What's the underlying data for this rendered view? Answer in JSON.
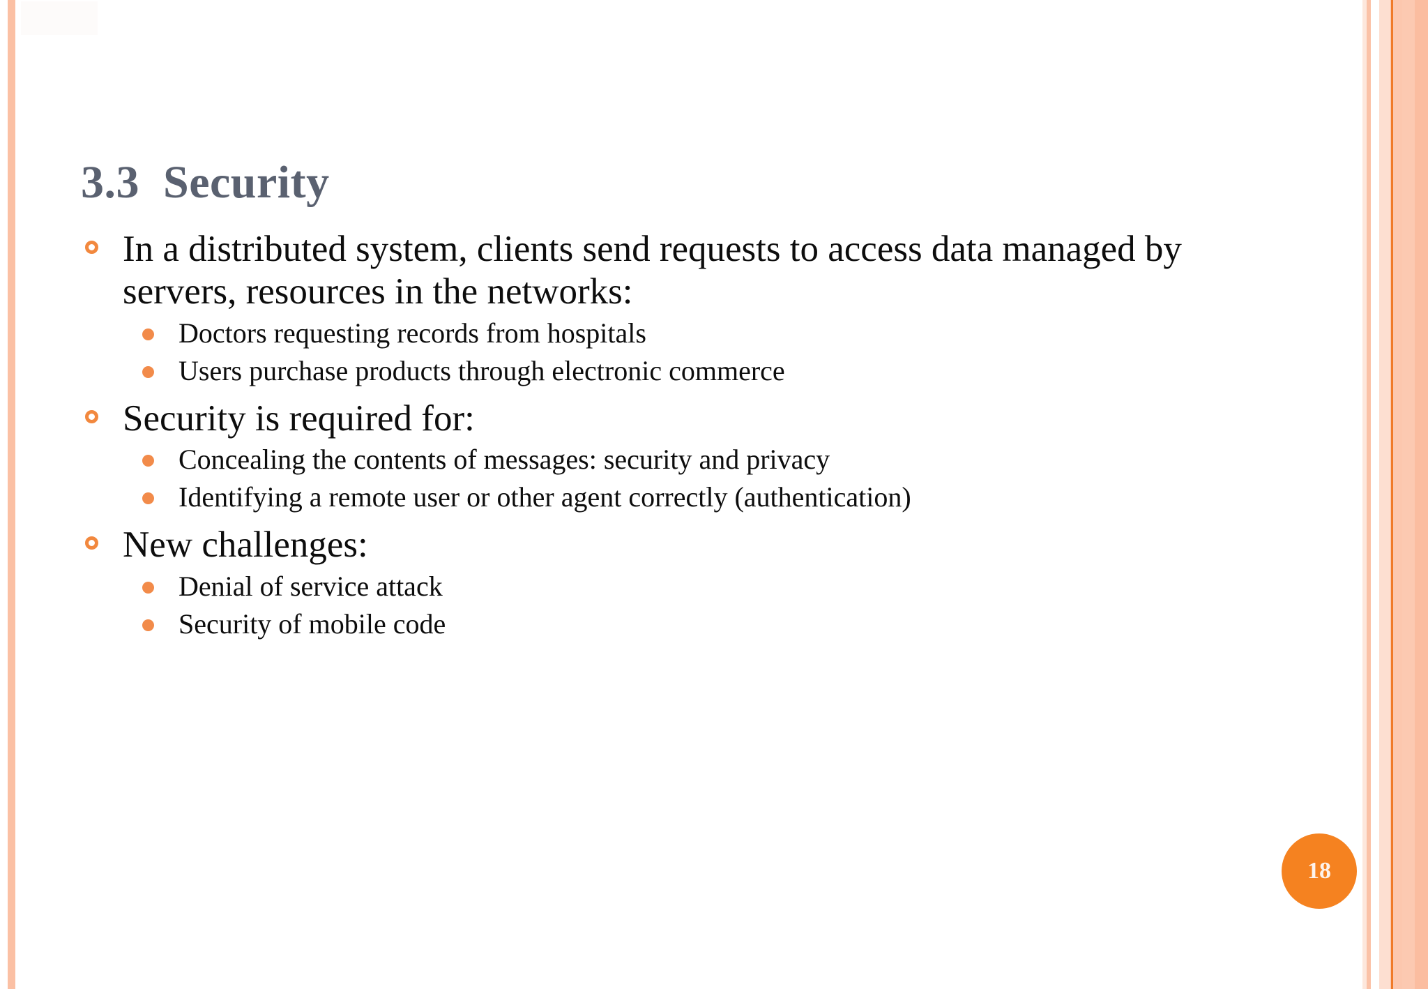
{
  "slide": {
    "title": "3.3  Security",
    "page_number": "18",
    "colors": {
      "title_text": "#5a6170",
      "body_text": "#0d0d0d",
      "accent_orange": "#f58220",
      "bullet_ring": "#f2883e",
      "bullet_dot": "#f28b4a",
      "border_peach": "#fbc0a4",
      "badge_text": "#fdf3ec"
    },
    "bullets": [
      {
        "level": 1,
        "marker": "hollow-circle",
        "text": "In a distributed system, clients send requests to access data managed by servers, resources in the networks:"
      },
      {
        "level": 2,
        "marker": "filled-dot",
        "text": "Doctors requesting records from hospitals"
      },
      {
        "level": 2,
        "marker": "filled-dot",
        "text": "Users purchase products through electronic commerce"
      },
      {
        "level": 1,
        "marker": "hollow-circle",
        "text": "Security is required for:"
      },
      {
        "level": 2,
        "marker": "filled-dot",
        "text": "Concealing the contents of messages: security and privacy"
      },
      {
        "level": 2,
        "marker": "filled-dot",
        "text": "Identifying a remote user or other agent correctly (authentication)"
      },
      {
        "level": 1,
        "marker": "hollow-circle",
        "text": "New challenges:"
      },
      {
        "level": 2,
        "marker": "filled-dot",
        "text": "Denial of service attack"
      },
      {
        "level": 2,
        "marker": "filled-dot",
        "text": "Security of mobile code"
      }
    ]
  }
}
